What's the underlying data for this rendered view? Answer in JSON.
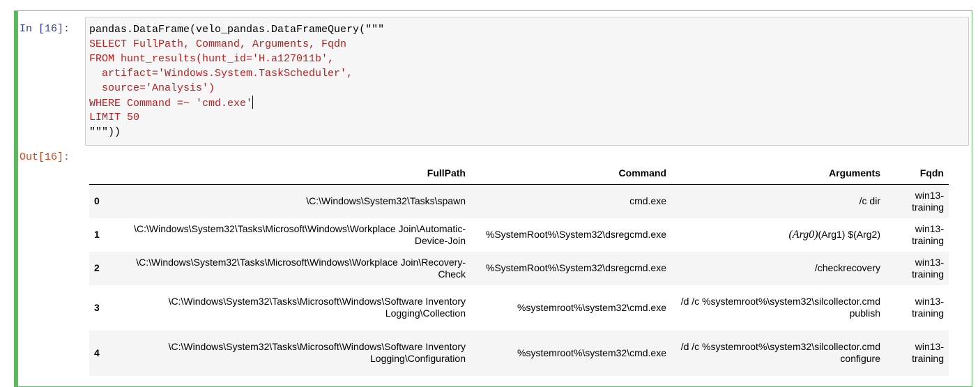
{
  "cell": {
    "in_prompt": "In [16]:",
    "out_prompt": "Out[16]:",
    "code_lines": [
      {
        "text": "pandas.DataFrame(velo_pandas.DataFrameQuery(\"\"\"",
        "kind": "python"
      },
      {
        "text": "SELECT FullPath, Command, Arguments, Fqdn",
        "kind": "sql"
      },
      {
        "text": "FROM hunt_results(hunt_id='H.a127011b',",
        "kind": "sql"
      },
      {
        "text": "  artifact='Windows.System.TaskScheduler',",
        "kind": "sql"
      },
      {
        "text": "  source='Analysis')",
        "kind": "sql"
      },
      {
        "text": "WHERE Command =~ 'cmd.exe'",
        "kind": "sql",
        "cursor": true
      },
      {
        "text": "LIMIT 50",
        "kind": "sql"
      },
      {
        "text": "\"\"\"))",
        "kind": "python"
      }
    ]
  },
  "table": {
    "columns": [
      "",
      "FullPath",
      "Command",
      "Arguments",
      "Fqdn"
    ],
    "rows": [
      {
        "index": "0",
        "FullPath": "\\C:\\Windows\\System32\\Tasks\\spawn",
        "Command": "cmd.exe",
        "Arguments": "/c dir",
        "Fqdn": "win13-training"
      },
      {
        "index": "1",
        "FullPath": "\\C:\\Windows\\System32\\Tasks\\Microsoft\\Windows\\Workplace Join\\Automatic-Device-Join",
        "Command": "%SystemRoot%\\System32\\dsregcmd.exe",
        "Arguments_math": "(Arg0)",
        "Arguments": "(Arg1) $(Arg2)",
        "Fqdn": "win13-training"
      },
      {
        "index": "2",
        "FullPath": "\\C:\\Windows\\System32\\Tasks\\Microsoft\\Windows\\Workplace Join\\Recovery-Check",
        "Command": "%SystemRoot%\\System32\\dsregcmd.exe",
        "Arguments": "/checkrecovery",
        "Fqdn": "win13-training"
      },
      {
        "index": "3",
        "FullPath": "\\C:\\Windows\\System32\\Tasks\\Microsoft\\Windows\\Software Inventory Logging\\Collection",
        "Command": "%systemroot%\\system32\\cmd.exe",
        "Arguments": "/d /c %systemroot%\\system32\\silcollector.cmd publish",
        "Fqdn": "win13-training"
      },
      {
        "index": "4",
        "FullPath": "\\C:\\Windows\\System32\\Tasks\\Microsoft\\Windows\\Software Inventory Logging\\Configuration",
        "Command": "%systemroot%\\system32\\cmd.exe",
        "Arguments": "/d /c %systemroot%\\system32\\silcollector.cmd configure",
        "Fqdn": "win13-training"
      }
    ]
  }
}
